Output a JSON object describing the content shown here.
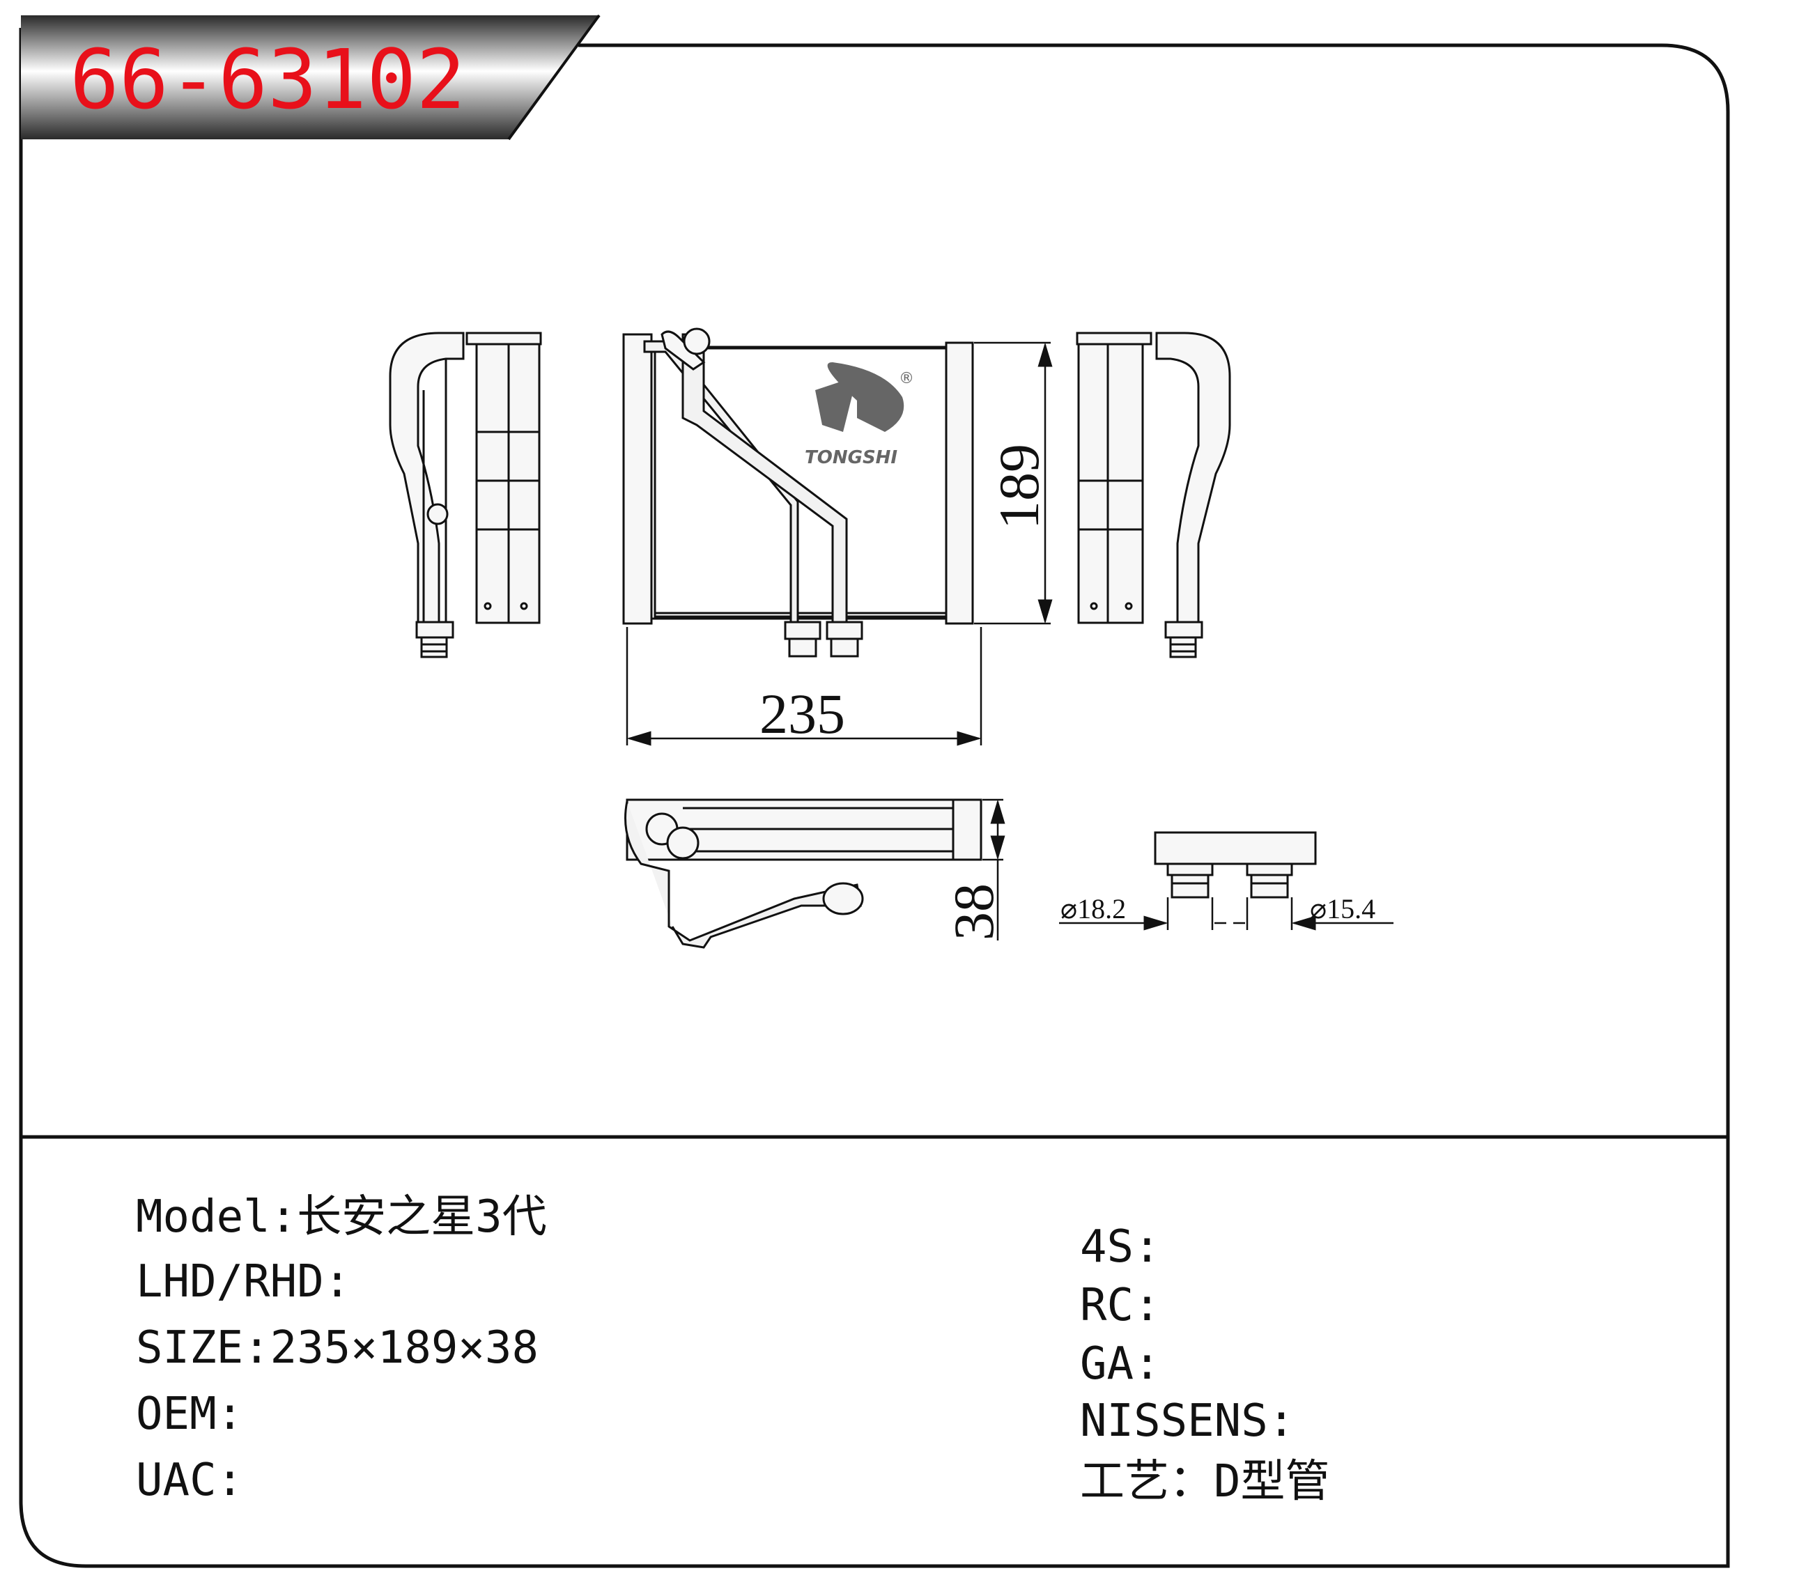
{
  "part_number": "66-63102",
  "brand": {
    "name": "TONGSHI",
    "registered_mark": "®"
  },
  "dimensions": {
    "width_label": "235",
    "height_label": "189",
    "depth_label": "38",
    "inlet_diameter_label": "⌀18.2",
    "outlet_diameter_label": "⌀15.4"
  },
  "specs_left": [
    {
      "label": "Model",
      "sep": ":",
      "value": "长安之星3代"
    },
    {
      "label": "LHD/RHD",
      "sep": ":",
      "value": ""
    },
    {
      "label": "SIZE",
      "sep": ":",
      "value": "235×189×38"
    },
    {
      "label": "OEM",
      "sep": ":",
      "value": ""
    },
    {
      "label": "UAC",
      "sep": ":",
      "value": ""
    }
  ],
  "specs_right": [
    {
      "label": "4S",
      "sep": ":",
      "value": ""
    },
    {
      "label": "RC",
      "sep": ":",
      "value": ""
    },
    {
      "label": "GA",
      "sep": ":",
      "value": ""
    },
    {
      "label": "NISSENS",
      "sep": ":",
      "value": ""
    },
    {
      "label": "工艺",
      "sep": "：",
      "value": "D型管"
    }
  ],
  "colors": {
    "part_number": "#e8101a",
    "line": "#111111",
    "banner_dark": "#2a2a2a",
    "banner_light": "#ffffff"
  }
}
